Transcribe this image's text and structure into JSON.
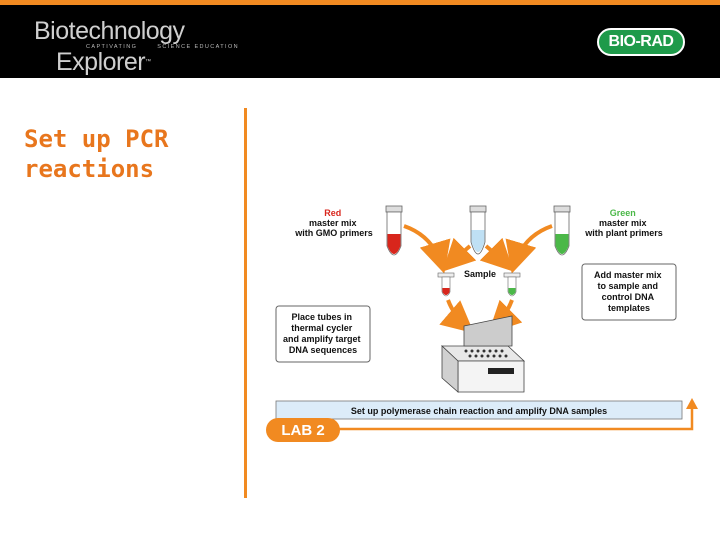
{
  "header": {
    "brand_line1": "Biotechnology",
    "brand_line2": "Explorer",
    "brand_tm": "™",
    "tagline_left": "CAPTIVATING",
    "tagline_right": "SCIENCE EDUCATION",
    "logo_text": "BIO-RAD"
  },
  "slide": {
    "title": "Set up PCR reactions"
  },
  "figure": {
    "red_tube_label": [
      "Red",
      "master mix",
      "with GMO primers"
    ],
    "green_tube_label": [
      "Green",
      "master mix",
      "with plant primers"
    ],
    "sample_label": "Sample",
    "add_master_mix_box": [
      "Add master mix",
      "to sample and",
      "control DNA",
      "templates"
    ],
    "place_tubes_box": [
      "Place tubes in",
      "thermal cycler",
      "and amplify target",
      "DNA sequences"
    ],
    "lab_bar_text": "Set up polymerase chain reaction and amplify DNA samples",
    "lab_badge": "LAB 2"
  },
  "colors": {
    "accent_orange": "#f18a21",
    "title_orange": "#e8761d",
    "logo_green": "#1e9a4a",
    "red_mix": "#d8261c",
    "green_mix": "#4bb848",
    "sample_blue": "#bfe0f4",
    "bar_blue": "#dcecf9"
  }
}
